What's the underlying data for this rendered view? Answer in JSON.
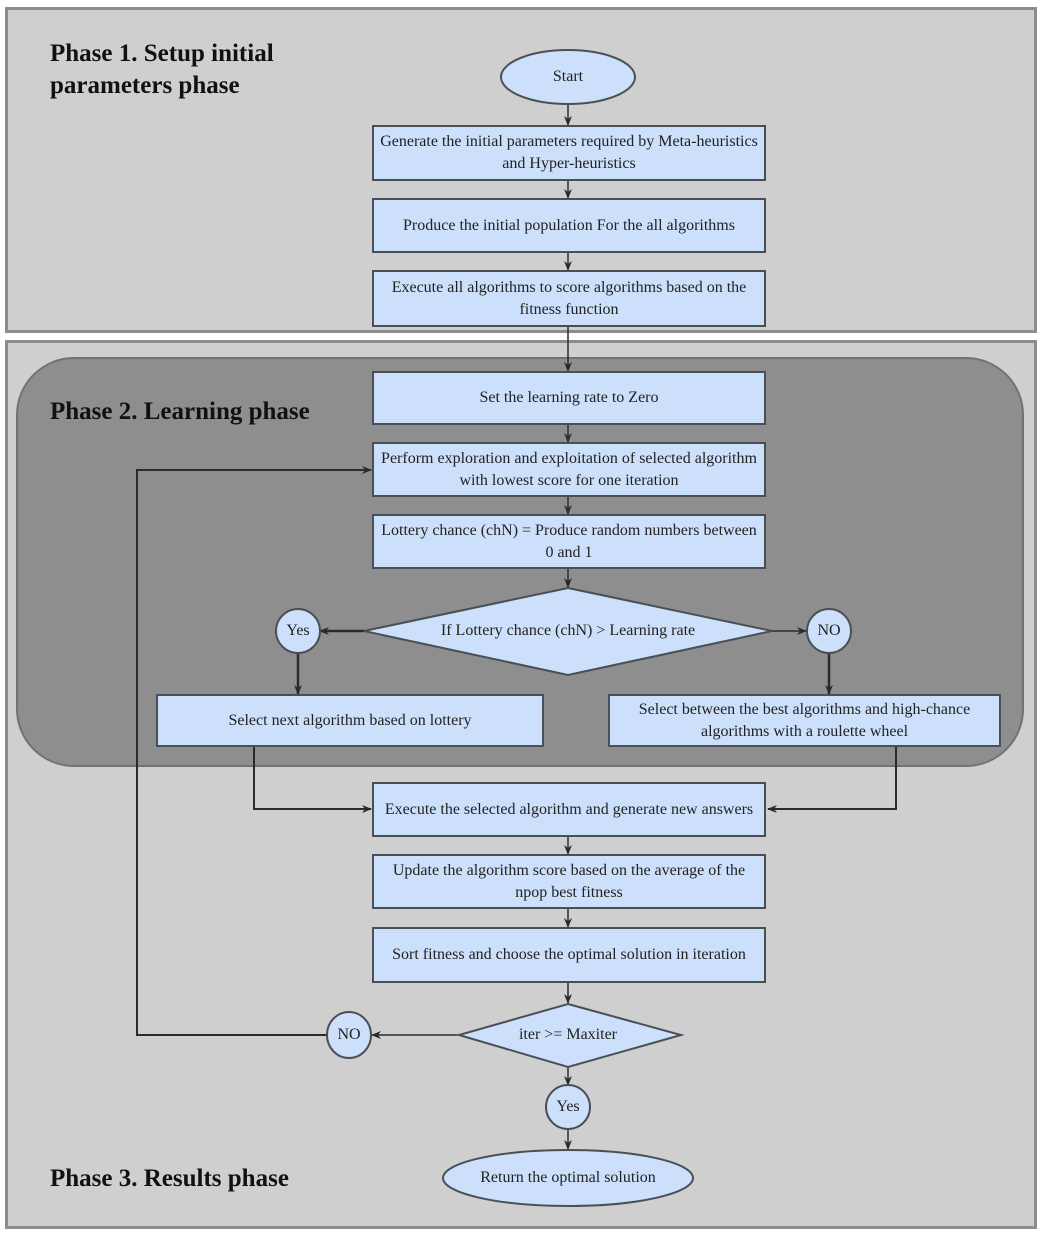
{
  "colors": {
    "node_fill": "#cce0fb",
    "node_stroke": "#4a4f55",
    "edge": "#2b2b2b",
    "phase_panel": "#cfcfcf",
    "phase2_panel": "#8e8e8e"
  },
  "phases": {
    "phase1": "Phase 1. Setup initial\nparameters phase",
    "phase2": "Phase 2. Learning phase",
    "phase3": "Phase 3. Results phase"
  },
  "nodes": {
    "start": "Start",
    "generate_params": "Generate the initial parameters required by Meta-heuristics and Hyper-heuristics",
    "produce_population": "Produce the initial population For the all algorithms",
    "execute_all": "Execute all algorithms to score algorithms based on the fitness function",
    "set_learning_rate": "Set the learning rate to Zero",
    "perform_exploration": "Perform exploration and exploitation of selected algorithm with lowest score for one iteration",
    "lottery_chance": "Lottery chance (chN) = Produce random numbers between 0 and 1",
    "lottery_decision": "If Lottery chance (chN) > Learning rate",
    "yes_1": "Yes",
    "no_1": "NO",
    "select_lottery": "Select next algorithm based on lottery",
    "select_roulette": "Select between the best algorithms and high-chance algorithms with a roulette wheel",
    "execute_selected": "Execute the selected algorithm and generate new answers",
    "update_score": "Update the algorithm score based on the average of the npop best fitness",
    "sort_fitness": "Sort fitness and choose the optimal solution in iteration",
    "iter_decision": "iter >= Maxiter",
    "no_2": "NO",
    "yes_2": "Yes",
    "return_solution": "Return the optimal solution"
  }
}
